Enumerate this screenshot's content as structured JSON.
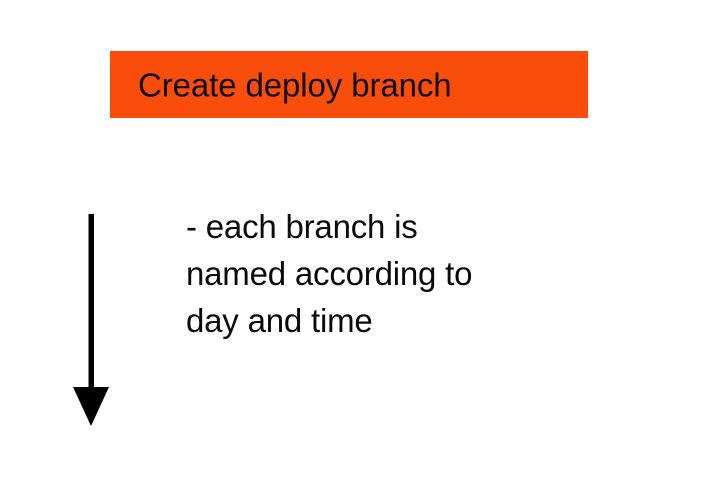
{
  "slide": {
    "background_color": "#ffffff",
    "title": {
      "text": "Create deploy branch",
      "background_color": "#f94d0c",
      "text_color": "#100c08"
    },
    "body": {
      "lines": [
        "- each branch is",
        "named according to",
        "day and time"
      ],
      "text_color": "#0a0a0a"
    },
    "arrow": {
      "icon": "arrow-down-icon",
      "direction": "down",
      "color": "#000000"
    }
  }
}
